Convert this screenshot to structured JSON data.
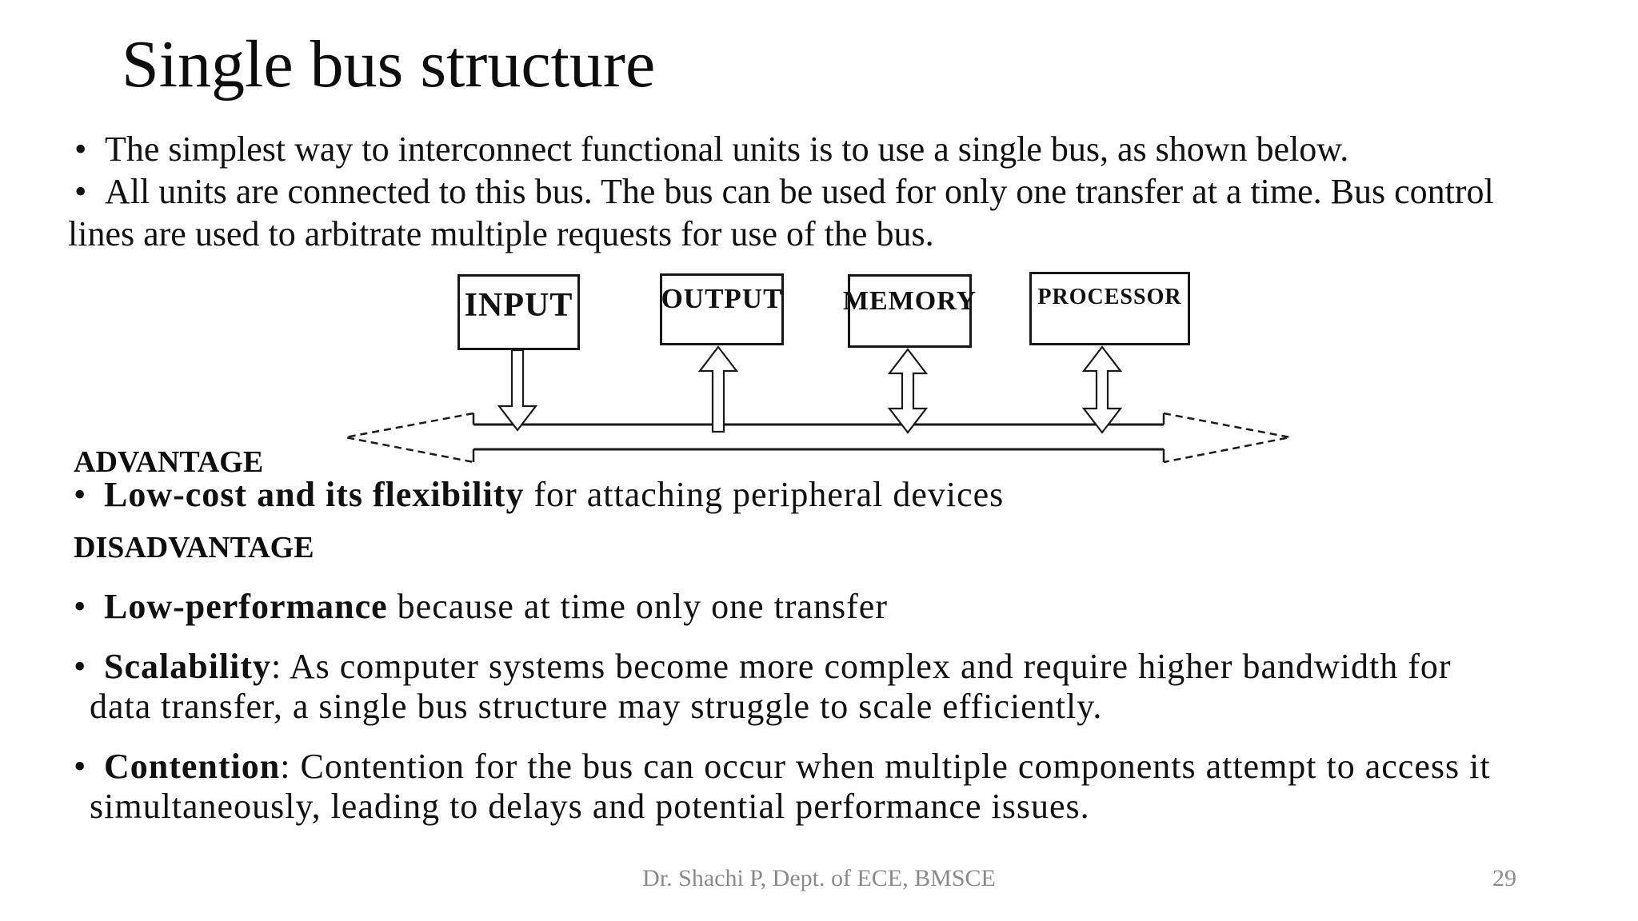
{
  "slide": {
    "title": "Single bus structure",
    "bullet_char": "•",
    "intro_bullets": [
      "The simplest way to interconnect functional units is to use a single bus, as shown below.",
      "All units are connected to this bus. The bus can be used for only one transfer at a time. Bus control lines are used to arbitrate multiple requests for use of the bus."
    ],
    "diagram": {
      "boxes": [
        "INPUT",
        "OUTPUT",
        "MEMORY",
        "PROCESSOR"
      ]
    },
    "advantage": {
      "heading": "ADVANTAGE",
      "bullet": {
        "bold": "Low-cost and its flexibility",
        "rest": " for attaching peripheral devices"
      }
    },
    "disadvantage": {
      "heading": "DISADVANTAGE",
      "bullets": [
        {
          "bold": "Low-performance",
          "rest": " because at time only one transfer"
        },
        {
          "bold": "Scalability",
          "rest": ": As computer systems become more complex and require higher bandwidth for data transfer, a single bus structure may struggle to scale efficiently."
        },
        {
          "bold": "Contention",
          "rest": ": Contention for the bus can occur when multiple components attempt to access it simultaneously, leading to delays and potential performance issues."
        }
      ]
    },
    "footer": {
      "credit": "Dr. Shachi P, Dept. of ECE, BMSCE",
      "page_number": "29"
    },
    "colors": {
      "text": "#111111",
      "footer_text": "#8a8a8a",
      "diagram_line": "#1a1a1a",
      "background": "#ffffff"
    }
  }
}
